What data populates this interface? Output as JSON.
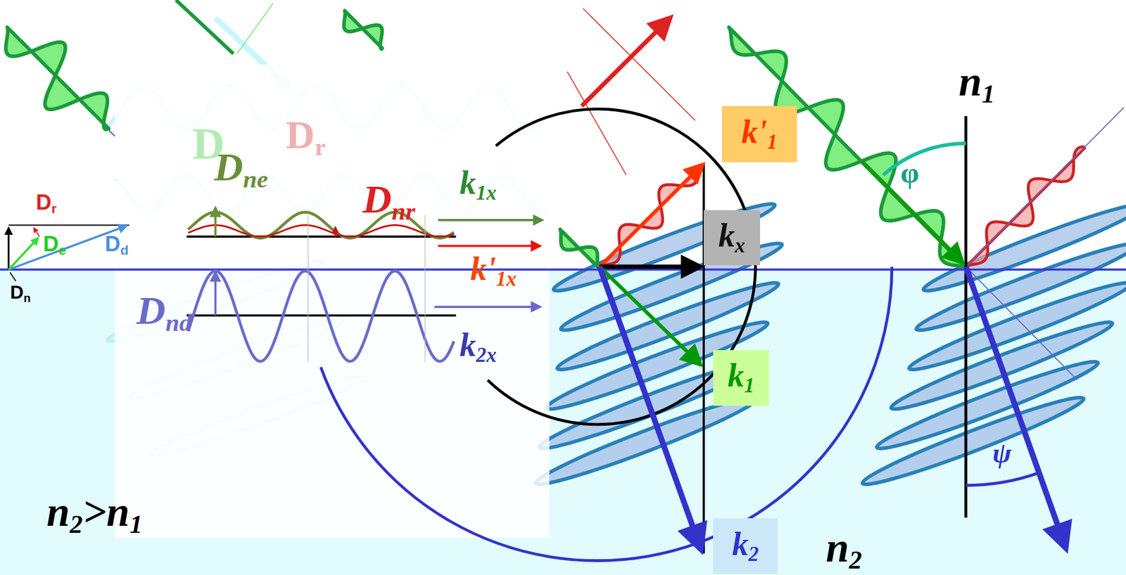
{
  "diagram": {
    "nodes": [
      {
        "text": [
          "k'1"
        ]
      },
      {
        "text": [
          "kx"
        ]
      },
      {
        "text": [
          "k1"
        ]
      },
      {
        "text": [
          "k2"
        ]
      }
    ],
    "labels": [
      "Dr",
      "De",
      "Dd",
      "Dn",
      "D",
      "Dr",
      "Dne",
      "Dnr",
      "Dnd",
      "k1x",
      "k'1x",
      "k2x",
      "n1",
      "φ",
      "ψ",
      "n2",
      "n2>n1"
    ]
  }
}
